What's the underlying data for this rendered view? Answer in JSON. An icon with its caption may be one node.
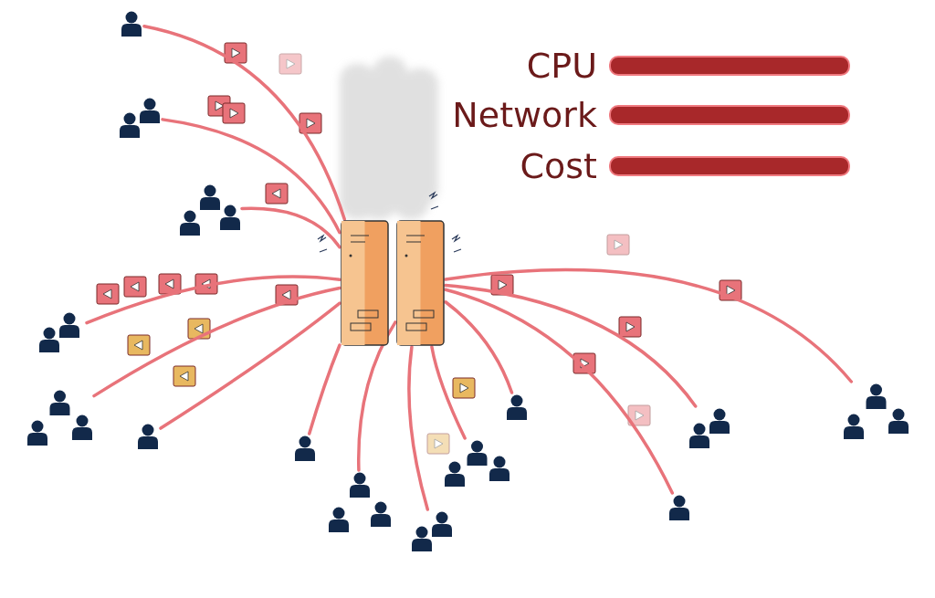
{
  "diagram": {
    "nodes": [
      {
        "text": [],
        "shape": "picture"
      },
      {
        "text": [],
        "shape": "picture"
      },
      {
        "text": [],
        "shape": "person"
      },
      {
        "text": [],
        "shape": "person"
      },
      {
        "text": [],
        "shape": "person"
      },
      {
        "text": [],
        "shape": "person"
      },
      {
        "text": [],
        "shape": "person"
      },
      {
        "text": [],
        "shape": "person"
      },
      {
        "text": [],
        "shape": "person"
      },
      {
        "text": [],
        "shape": "person"
      },
      {
        "text": [],
        "shape": "person"
      },
      {
        "text": [],
        "shape": "person"
      },
      {
        "text": [],
        "shape": "person"
      },
      {
        "text": [],
        "shape": "person"
      },
      {
        "text": [],
        "shape": "person"
      },
      {
        "text": [],
        "shape": "person"
      }
    ],
    "edges": [
      {
        "from": 2,
        "to": 0,
        "arrow": "none"
      },
      {
        "from": 3,
        "to": 0,
        "arrow": "none"
      },
      {
        "from": 4,
        "to": 0,
        "arrow": "none"
      },
      {
        "from": 5,
        "to": 0,
        "arrow": "none"
      },
      {
        "from": 6,
        "to": 0,
        "arrow": "none"
      },
      {
        "from": 7,
        "to": 0,
        "arrow": "none"
      },
      {
        "from": 8,
        "to": 0,
        "arrow": "none"
      },
      {
        "from": 9,
        "to": 1,
        "arrow": "none"
      },
      {
        "from": 10,
        "to": 1,
        "arrow": "none"
      },
      {
        "from": 11,
        "to": 1,
        "arrow": "none"
      },
      {
        "from": 12,
        "to": 1,
        "arrow": "none"
      },
      {
        "from": 13,
        "to": 1,
        "arrow": "none"
      },
      {
        "from": 14,
        "to": 1,
        "arrow": "none"
      },
      {
        "from": 15,
        "to": 1,
        "arrow": "none"
      }
    ],
    "labels": [
      "CPU",
      "Network",
      "Cost"
    ]
  }
}
